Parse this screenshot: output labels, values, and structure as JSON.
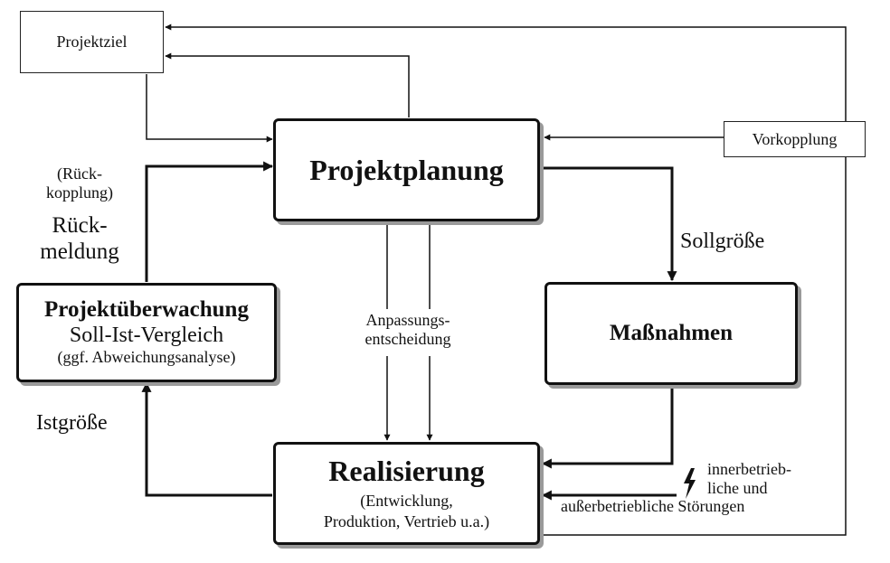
{
  "boxes": {
    "projektziel": "Projektziel",
    "vorkopplung": "Vorkopplung",
    "projektplanung": "Projektplanung",
    "massnahmen": "Maßnahmen",
    "ueberwachung": {
      "title": "Projektüberwachung",
      "line2": "Soll-Ist-Vergleich",
      "line3": "(ggf. Abweichungsanalyse)"
    },
    "realisierung": {
      "title": "Realisierung",
      "line2": "(Entwicklung,",
      "line3": "Produktion, Vertrieb u.a.)"
    }
  },
  "labels": {
    "rueckkopplung_1": "(Rück-",
    "rueckkopplung_2": "kopplung)",
    "rueckmeldung_1": "Rück-",
    "rueckmeldung_2": "meldung",
    "sollgroesse": "Sollgröße",
    "istgroesse": "Istgröße",
    "anpassung_1": "Anpassungs-",
    "anpassung_2": "entscheidung",
    "stoerungen_1": "innerbetrieb-",
    "stoerungen_2": "liche und",
    "stoerungen_3": "außerbetriebliche Störungen"
  },
  "icons": {
    "disturbance": "lightning-icon"
  }
}
